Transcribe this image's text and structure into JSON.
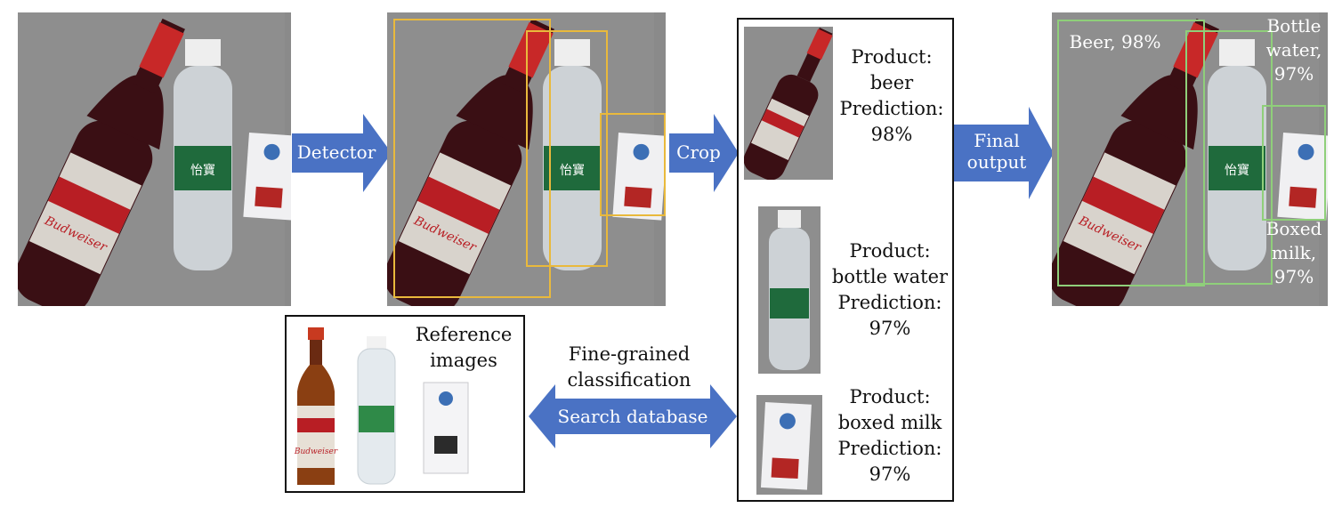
{
  "arrows": {
    "detector": "Detector",
    "crop": "Crop",
    "final_output": [
      "Final",
      "output"
    ],
    "search_database": "Search database"
  },
  "fine_grained": [
    "Fine-grained",
    "classification"
  ],
  "reference_images": [
    "Reference",
    "images"
  ],
  "crops": [
    {
      "product": [
        "Product:",
        "beer"
      ],
      "prediction": [
        "Prediction:",
        "98%"
      ]
    },
    {
      "product": [
        "Product:",
        "bottle water"
      ],
      "prediction": [
        "Prediction:",
        "97%"
      ]
    },
    {
      "product": [
        "Product:",
        "boxed milk"
      ],
      "prediction": [
        "Prediction:",
        "97%"
      ]
    }
  ],
  "final_labels": {
    "beer": "Beer, 98%",
    "water": [
      "Bottle",
      "water,",
      "97%"
    ],
    "milk": [
      "Boxed",
      "milk,",
      "97%"
    ]
  },
  "colors": {
    "arrow": "#4a72c4",
    "detect_box": "#e9b93c",
    "final_box": "#8fcf7a"
  }
}
